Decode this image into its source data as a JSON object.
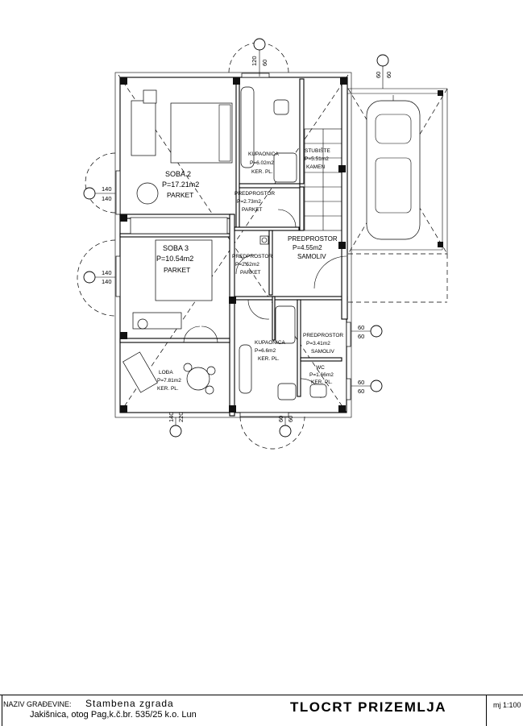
{
  "rooms": [
    {
      "name": "SOBA  2",
      "area": "P=17.21m2",
      "floor": "PARKET"
    },
    {
      "name": "SOBA  3",
      "area": "P=10.54m2",
      "floor": "PARKET"
    },
    {
      "name": "KUPAONICA",
      "area": "P=6.02m2",
      "floor": "KER. PL."
    },
    {
      "name": "PREDPROSTOR",
      "area": "P=2.73m2",
      "floor": "PARKET"
    },
    {
      "name": "PREDPROSTOR",
      "area": "P=2.52m2",
      "floor": "PARKET"
    },
    {
      "name": "PREDPROSTOR",
      "area": "P=4.55m2",
      "floor": "SAMOLIV"
    },
    {
      "name": "STUBIŠTE",
      "area": "P=5.51m2",
      "floor": "KAMEN"
    },
    {
      "name": "KUPAONICA",
      "area": "P=6.6m2",
      "floor": "KER. PL."
    },
    {
      "name": "PREDPROSTOR",
      "area": "P=3.41m2",
      "floor": "SAMOLIV"
    },
    {
      "name": "WC",
      "area": "P=1.66m2",
      "floor": "KER. PL."
    },
    {
      "name": "LOĐA",
      "area": "P=7.81m2",
      "floor": "KER. PL."
    }
  ],
  "dimensions": {
    "top": [
      "120",
      "60"
    ],
    "garage_top": [
      "60",
      "60"
    ],
    "left_upper": [
      "140",
      "140"
    ],
    "left_lower": [
      "140",
      "140"
    ],
    "right_upper": [
      "60",
      "60"
    ],
    "right_lower": [
      "60",
      "60"
    ],
    "bottom_left": [
      "140",
      "220"
    ],
    "bottom_right": [
      "60",
      "60"
    ]
  },
  "title_block": {
    "label": "NAZIV GRAĐEVINE:",
    "name": "Stambena  zgrada",
    "location": "Jakišnica, otog Pag,k.č.br. 535/25 k.o. Lun",
    "sheet_title": "TLOCRT PRIZEMLJA",
    "scale": "mj 1:100"
  }
}
